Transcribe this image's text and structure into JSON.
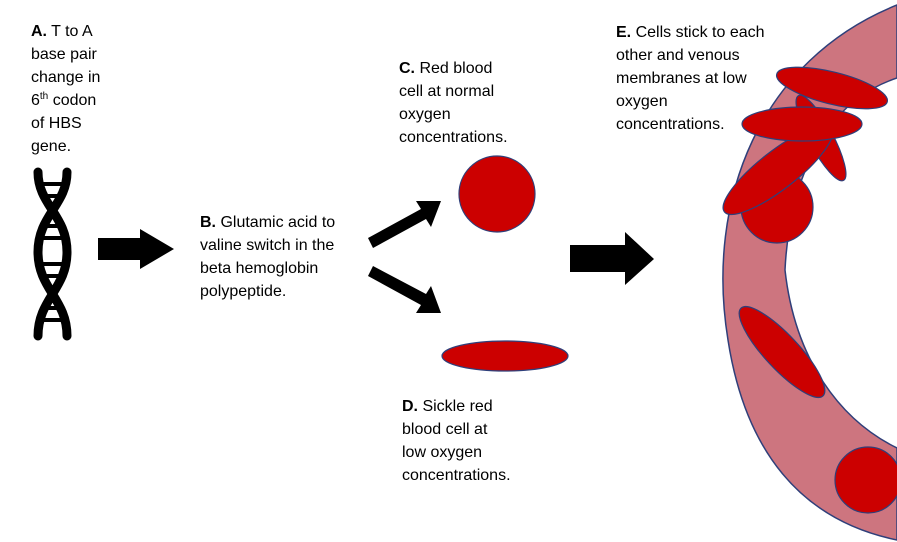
{
  "labels": {
    "a": {
      "letter": "A.",
      "line1": "T to A",
      "line2": "base pair",
      "line3": "change in",
      "ordinal_num": "6",
      "ordinal_sup": "th",
      "line4_rest": "codon",
      "line5": "of HBS",
      "line6": "gene."
    },
    "b": {
      "letter": "B.",
      "line1": "Glutamic acid to",
      "line2": "valine switch in the",
      "line3": "beta hemoglobin",
      "line4": "polypeptide."
    },
    "c": {
      "letter": "C.",
      "line1": "Red blood",
      "line2": "cell at normal",
      "line3": "oxygen",
      "line4": "concentrations."
    },
    "d": {
      "letter": "D.",
      "line1": "Sickle red",
      "line2": "blood cell at",
      "line3": "low oxygen",
      "line4": "concentrations."
    },
    "e": {
      "letter": "E.",
      "line1": "Cells stick to each",
      "line2": "other and venous",
      "line3": "membranes at low",
      "line4": "oxygen",
      "line5": "concentrations."
    }
  },
  "colors": {
    "cell_fill": "#cc0000",
    "cell_stroke": "#2f3f7a",
    "vessel_fill": "#cd757f",
    "vessel_stroke": "#2f3f7a",
    "arrow": "#000000",
    "dna": "#000000"
  },
  "icons": [
    "dna-helix-icon",
    "right-arrow-icon",
    "up-right-arrow-icon",
    "down-right-arrow-icon"
  ]
}
